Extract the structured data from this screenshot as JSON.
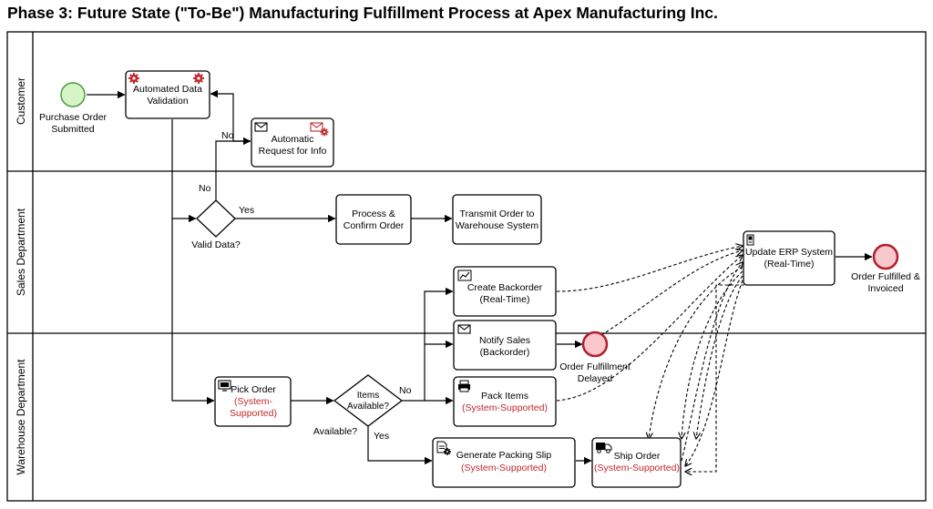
{
  "title": "Phase 3: Future State (\"To-Be\") Manufacturing Fulfillment Process at Apex Manufacturing Inc.",
  "colors": {
    "start_fill": "#d5f5c9",
    "start_stroke": "#4a9a3a",
    "end_fill": "#f8c8cc",
    "end_stroke": "#b41e2d",
    "system_text": "#c0282d",
    "icon_red": "#c0282d",
    "line": "#000000"
  },
  "lanes": [
    {
      "id": "customer",
      "label": "Customer"
    },
    {
      "id": "sales",
      "label": "Sales Department"
    },
    {
      "id": "warehouse",
      "label": "Warehouse Department"
    }
  ],
  "events": {
    "start": {
      "label": [
        "Purchase Order",
        "Submitted"
      ]
    },
    "end_fulfilled": {
      "label": [
        "Order Fulfilled &",
        "Invoiced"
      ]
    },
    "end_delayed": {
      "label": [
        "Order Fulfillment",
        "Delayed"
      ]
    }
  },
  "tasks": {
    "auto_validation": {
      "lines": [
        "Automated Data",
        "Validation"
      ],
      "icon": "gear-icon"
    },
    "auto_request": {
      "lines": [
        "Automatic",
        "Request for Info"
      ],
      "icon": "envelope-icon"
    },
    "process_confirm": {
      "lines": [
        "Process &",
        "Confirm Order"
      ]
    },
    "transmit_order": {
      "lines": [
        "Transmit Order to",
        "Warehouse System"
      ]
    },
    "update_erp": {
      "lines": [
        "Update ERP System",
        "(Real-Time)"
      ],
      "icon": "server-icon"
    },
    "create_backorder": {
      "lines": [
        "Create Backorder",
        "(Real-Time)"
      ],
      "icon": "chart-icon"
    },
    "notify_sales": {
      "lines": [
        "Notify Sales",
        "(Backorder)"
      ],
      "icon": "envelope-icon"
    },
    "pick_order": {
      "lines": [
        "Pick Order",
        "(System-",
        "Supported)"
      ],
      "icon": "monitor-icon"
    },
    "pack_items": {
      "lines": [
        "Pack Items",
        "(System-Supported)"
      ],
      "icon": "printer-icon"
    },
    "packing_slip": {
      "lines": [
        "Generate Packing Slip",
        "(System-Supported)"
      ],
      "icon": "document-gear-icon"
    },
    "ship_order": {
      "lines": [
        "Ship Order",
        "(System-Supported)"
      ],
      "icon": "truck-icon"
    }
  },
  "gateways": {
    "valid_data": {
      "label": "Valid Data?"
    },
    "items_available": {
      "lines": [
        "Items",
        "Available?"
      ],
      "label": "Available?"
    }
  },
  "flow_labels": {
    "no_top": "No",
    "no_valid": "No",
    "yes_valid": "Yes",
    "no_items": "No",
    "yes_items": "Yes"
  }
}
